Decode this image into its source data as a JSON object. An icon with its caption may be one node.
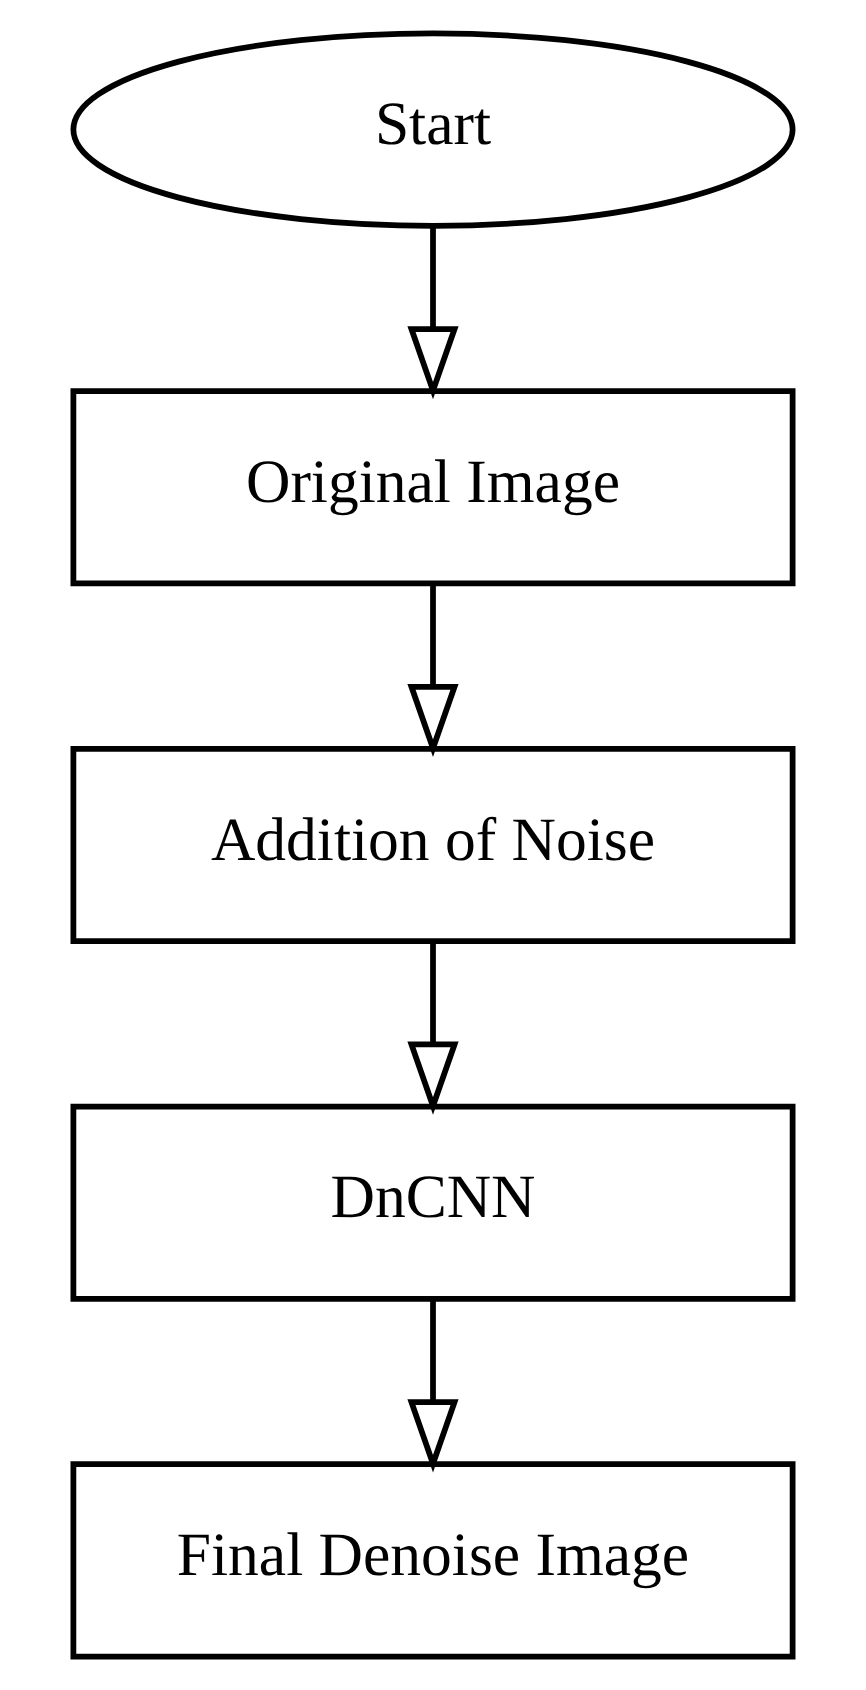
{
  "diagram": {
    "nodes": [
      {
        "text": [
          "Start"
        ]
      },
      {
        "text": [
          "Original Image"
        ]
      },
      {
        "text": [
          "Addition of Noise"
        ]
      },
      {
        "text": [
          "DnCNN"
        ]
      },
      {
        "text": [
          "Final Denoise Image"
        ]
      }
    ],
    "edges": [
      {
        "from": 0,
        "to": 1,
        "arrow": "to"
      },
      {
        "from": 1,
        "to": 2,
        "arrow": "to"
      },
      {
        "from": 2,
        "to": 3,
        "arrow": "to"
      },
      {
        "from": 3,
        "to": 4,
        "arrow": "to"
      }
    ]
  }
}
